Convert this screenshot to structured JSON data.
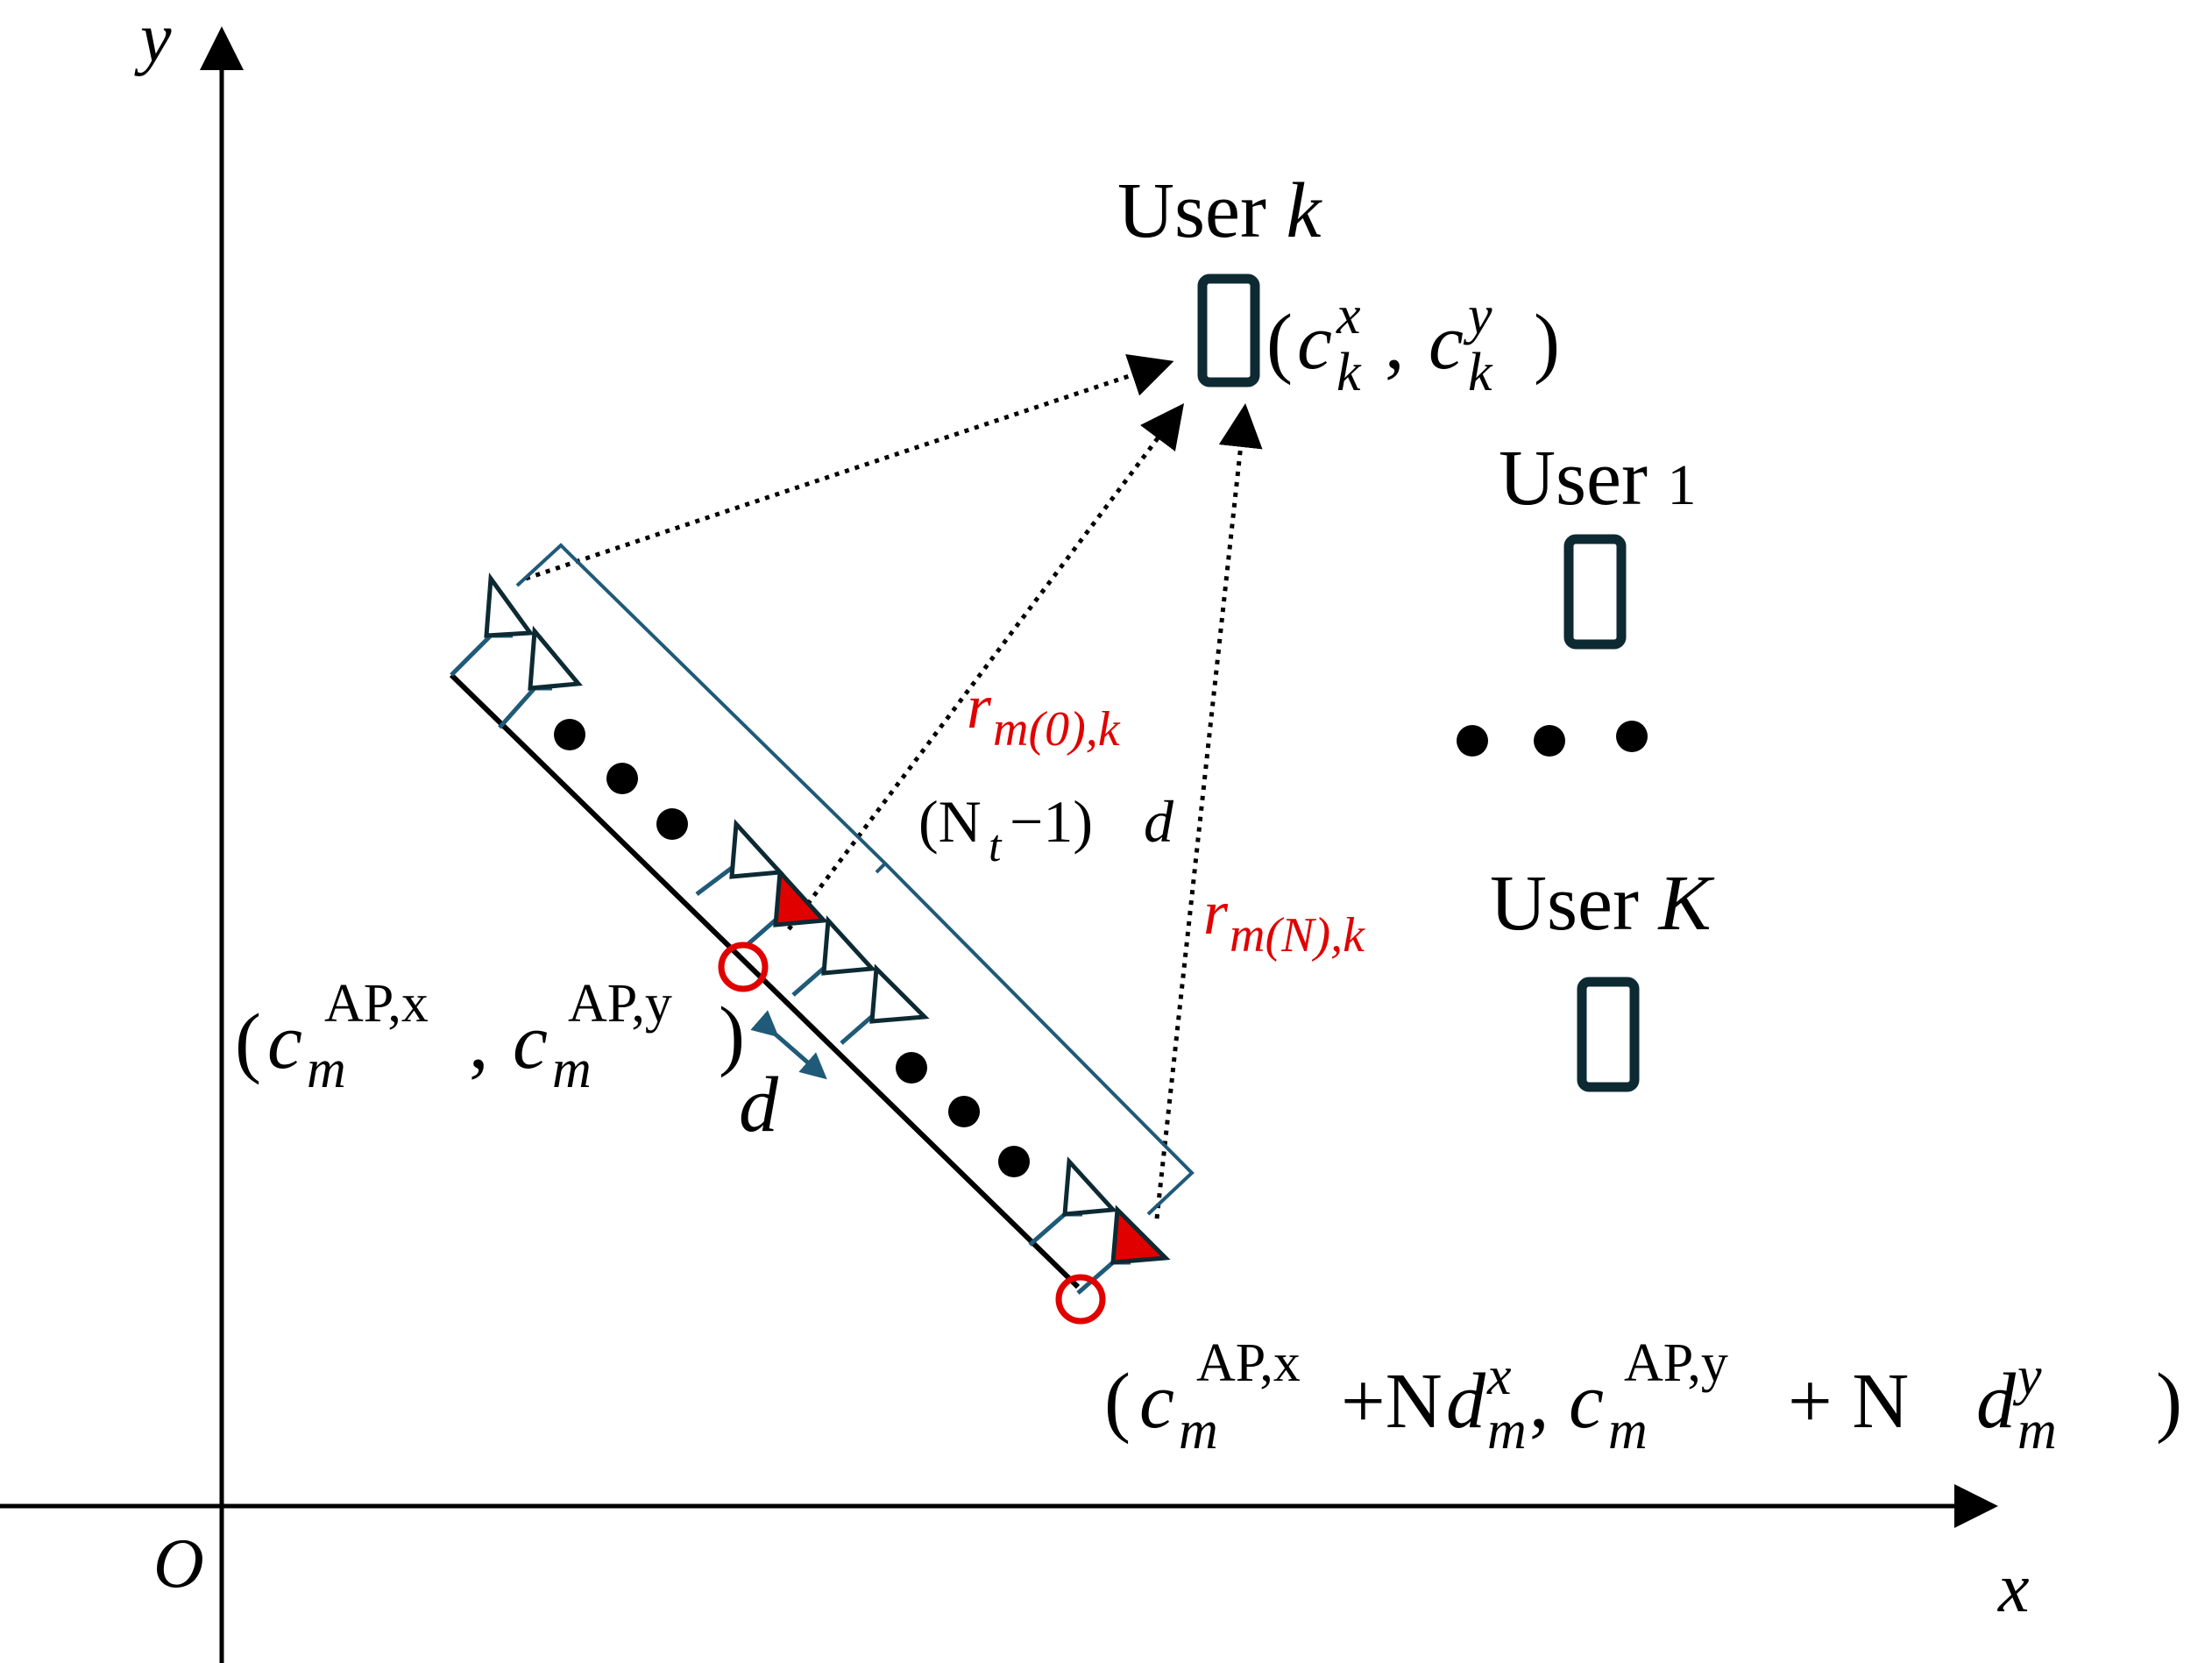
{
  "axes": {
    "x_label": "x",
    "y_label": "y",
    "origin_label": "O"
  },
  "users": {
    "k": {
      "label_prefix": "User ",
      "label_var": "k"
    },
    "one": {
      "label_prefix": "User ",
      "label_var": "1"
    },
    "K": {
      "label_prefix": "User ",
      "label_var": "K"
    }
  },
  "user_k_coord": {
    "open": "(",
    "c1": "c",
    "sup1": "x",
    "sub1": "k",
    "comma": ", ",
    "c2": "c",
    "sup2": "y",
    "sub2": "k",
    "close": ")"
  },
  "distances": {
    "r0": {
      "base": "r",
      "sub": "m(0),k"
    },
    "rN": {
      "base": "r",
      "sub": "m(N),k"
    },
    "aperture": {
      "open": "(N",
      "sub": "t",
      "rest": "−1)",
      "var": "d"
    },
    "spacing": "d"
  },
  "ap_start_coord": {
    "open": "(",
    "c1": "c",
    "sup1": "AP,x",
    "sub1": "m",
    "comma": ", ",
    "c2": "c",
    "sup2": "AP,y",
    "sub2": "m",
    "close": ")"
  },
  "ap_end_coord": {
    "open": "(",
    "c1": "c",
    "sup1": "AP,x",
    "sub1": "m",
    "plus1": "+N",
    "d1": "d",
    "sup_d1": "x",
    "sub_d1": "m",
    "comma": ", ",
    "c2": "c",
    "sup2": "AP,y",
    "sub2": "m",
    "plus2": " + N",
    "d2": "d",
    "sup_d2": "y",
    "sub_d2": "m",
    "close": ")"
  },
  "colors": {
    "axis": "#000000",
    "array": "#1f5a78",
    "highlight": "#e00000",
    "user": "#0d2a33"
  }
}
